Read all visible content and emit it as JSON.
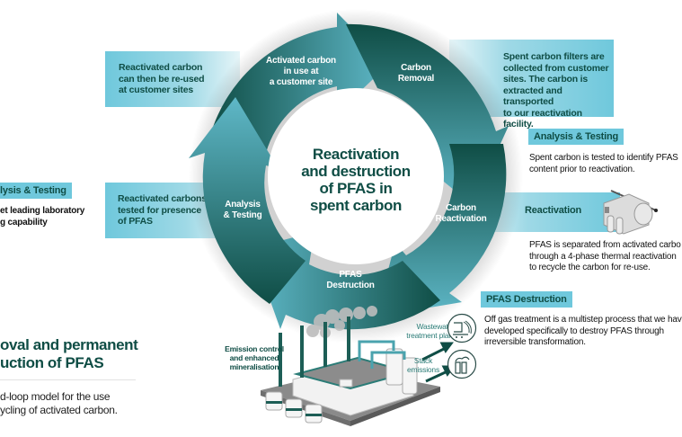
{
  "center_title": [
    "Reactivation",
    "and destruction",
    "of PFAS in",
    "spent carbon"
  ],
  "cycle_steps": [
    {
      "label": [
        "Activated carbon",
        "in use at",
        "a customer site"
      ]
    },
    {
      "label": [
        "Carbon",
        "Removal"
      ]
    },
    {
      "label": [
        "Carbon",
        "Reactivation"
      ]
    },
    {
      "label": [
        "PFAS",
        "Destruction"
      ]
    },
    {
      "label": [
        "Analysis",
        "& Testing"
      ]
    }
  ],
  "callouts": {
    "reused": [
      "Reactivated carbon",
      "can then be re-used",
      "at customer sites"
    ],
    "collected": [
      "Spent carbon filters are",
      "collected from customer",
      "sites. The carbon is",
      "extracted and transported",
      "to our reactivation facility."
    ],
    "tested": [
      "Reactivated carbons",
      "tested for presence",
      "of PFAS"
    ]
  },
  "right_panel": {
    "analysis": {
      "tag": "Analysis & Testing",
      "text": [
        "Spent carbon is tested to identify PFAS",
        "content prior to reactivation."
      ]
    },
    "reactivation": {
      "tag": "Reactivation",
      "text": [
        "PFAS is separated from activated carbo",
        "through a 4-phase thermal reactivation",
        "to recycle the carbon for re-use."
      ]
    },
    "destruction": {
      "tag": "PFAS Destruction",
      "text": [
        "Off gas treatment is a multistep process that we hav",
        "developed specifically to destroy PFAS through",
        "irreversible transformation."
      ]
    }
  },
  "left_panel": {
    "analysis_tag": "lysis & Testing",
    "analysis_text": [
      "et leading laboratory",
      "g capability"
    ],
    "heading": [
      "oval and permanent",
      "uction of PFAS"
    ],
    "subtext": [
      "d-loop model for the use",
      "ycling of activated carbon."
    ]
  },
  "facility": {
    "emission_label": [
      "Emission control",
      "and enhanced",
      "mineralisation"
    ],
    "wastewater_label": [
      "Wastewater",
      "treatment plant"
    ],
    "stack_label": [
      "Stack",
      "emissions"
    ]
  },
  "colors": {
    "dark_teal": "#0f4d45",
    "mid_teal": "#2f7a76",
    "light_blue": "#6fc8dc",
    "accent": "#5fb8c8"
  }
}
